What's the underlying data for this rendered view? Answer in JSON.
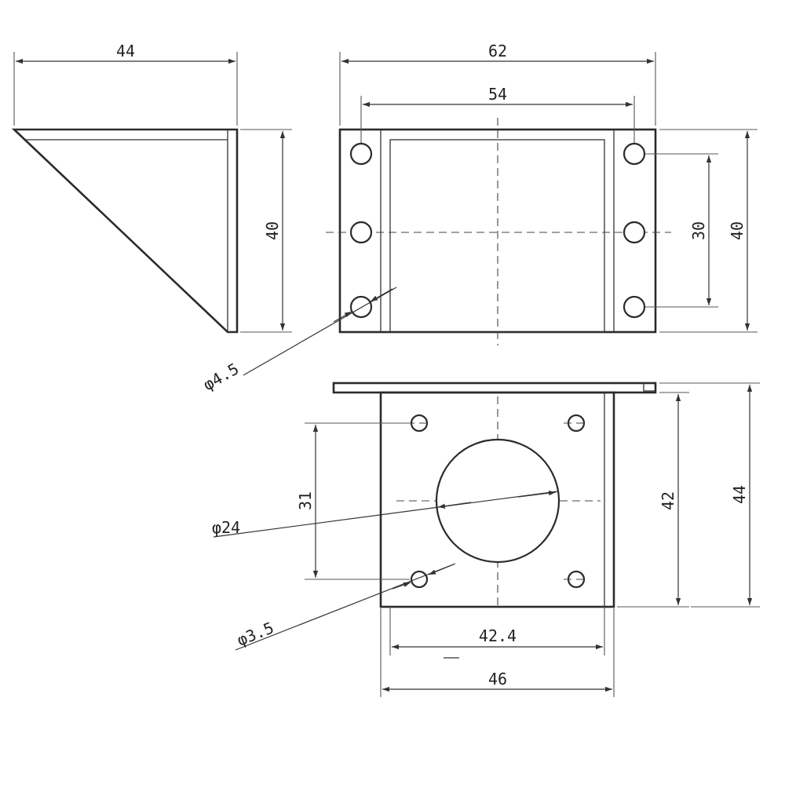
{
  "drawing": {
    "dimensions": {
      "side_width": "44",
      "side_height": "40",
      "front_width": "62",
      "front_hole_span": "54",
      "front_hole_pitch": "30",
      "front_height": "40",
      "bottom_hole_pitch_v": "31",
      "bottom_inner_height": "42",
      "bottom_outer_height": "44",
      "bottom_hole_span": "42.4",
      "bottom_width": "46"
    },
    "callouts": {
      "mount_hole": "φ4.5",
      "center_bore": "φ24",
      "motor_hole": "φ3.5"
    }
  }
}
